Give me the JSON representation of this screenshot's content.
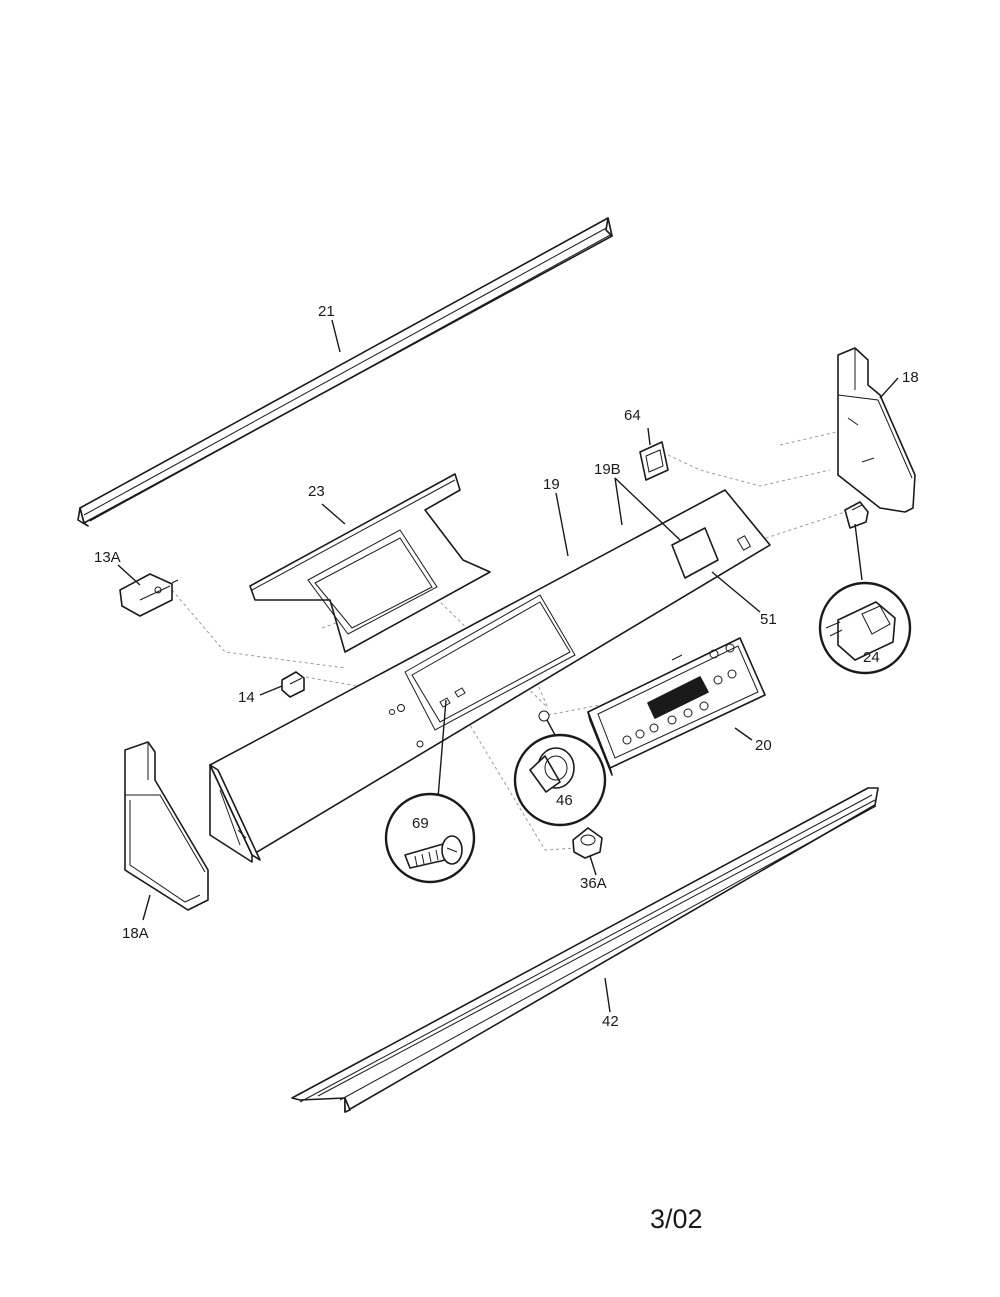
{
  "diagram": {
    "callouts": {
      "p21": "21",
      "p18": "18",
      "p64": "64",
      "p19b": "19B",
      "p19": "19",
      "p23": "23",
      "p13a": "13A",
      "p51": "51",
      "p24": "24",
      "p14": "14",
      "p20": "20",
      "p46": "46",
      "p69": "69",
      "p36a": "36A",
      "p18a": "18A",
      "p42": "42"
    },
    "page_number": "3/02"
  }
}
